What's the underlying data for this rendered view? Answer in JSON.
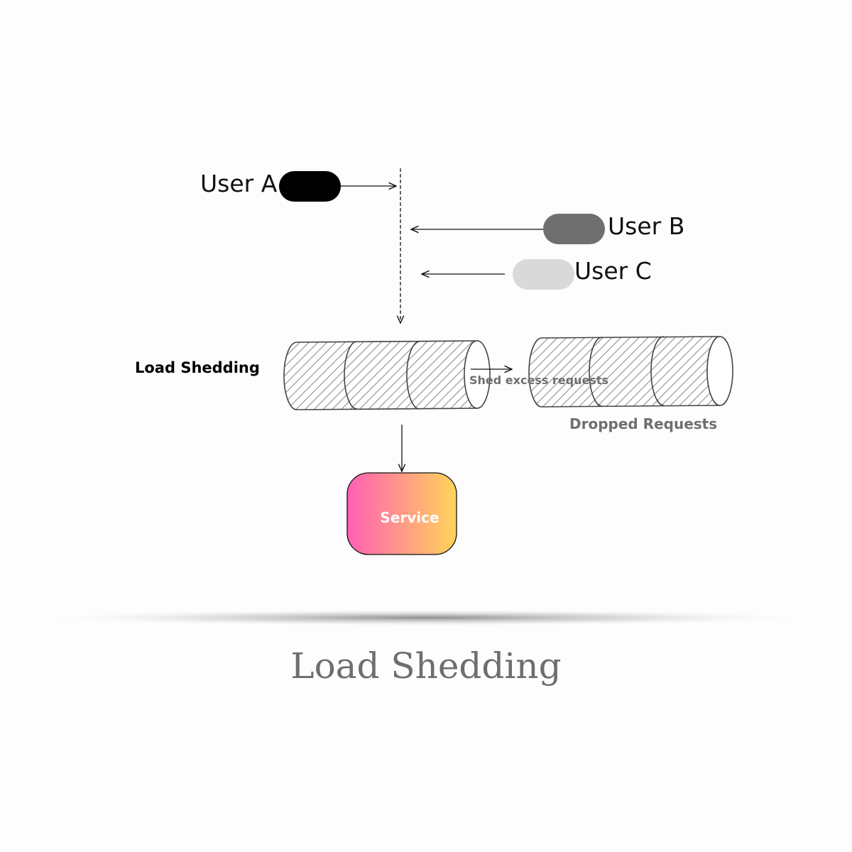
{
  "users": [
    {
      "label": "User A",
      "color": "#000000"
    },
    {
      "label": "User B",
      "color": "#6f6f6f"
    },
    {
      "label": "User C",
      "color": "#d9d9d9"
    }
  ],
  "load_shedding_label": "Load Shedding",
  "shed_label": "Shed excess requests",
  "dropped_label": "Dropped Requests",
  "service": {
    "label": "Service",
    "gradient_start": "#ff5fb4",
    "gradient_end": "#ffd45a"
  },
  "caption": "Load Shedding",
  "icons": {
    "queue_cylinder": "hatched-cylinder-icon",
    "dropped_cylinder": "hatched-cylinder-icon"
  }
}
